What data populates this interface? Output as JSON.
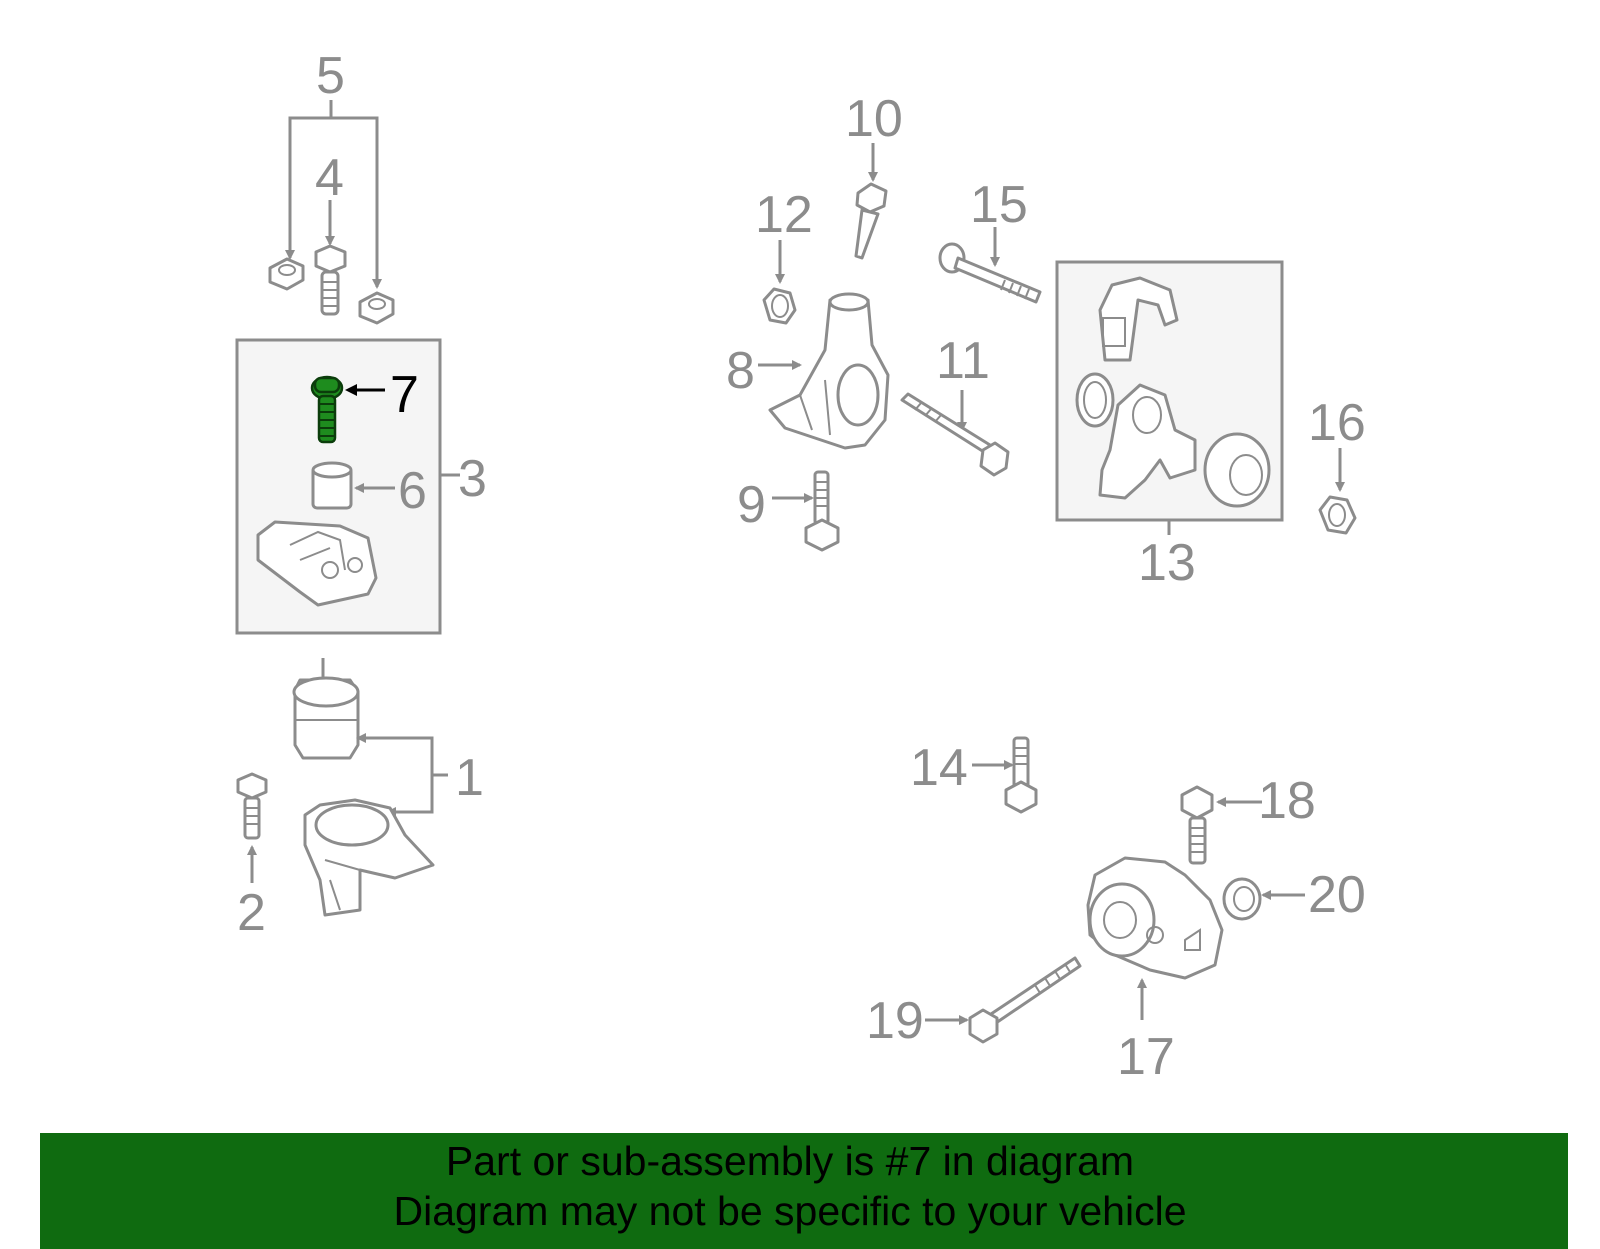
{
  "diagram": {
    "highlight_color": "#1e8c1e",
    "callouts": {
      "c1": "1",
      "c2": "2",
      "c3": "3",
      "c4": "4",
      "c5": "5",
      "c6": "6",
      "c7": "7",
      "c8": "8",
      "c9": "9",
      "c10": "10",
      "c11": "11",
      "c12": "12",
      "c13": "13",
      "c14": "14",
      "c15": "15",
      "c16": "16",
      "c17": "17",
      "c18": "18",
      "c19": "19",
      "c20": "20"
    }
  },
  "banner": {
    "background": "#0f6b10",
    "line1": "Part or sub-assembly is #7 in diagram",
    "line2": "Diagram may not be specific to your vehicle"
  }
}
